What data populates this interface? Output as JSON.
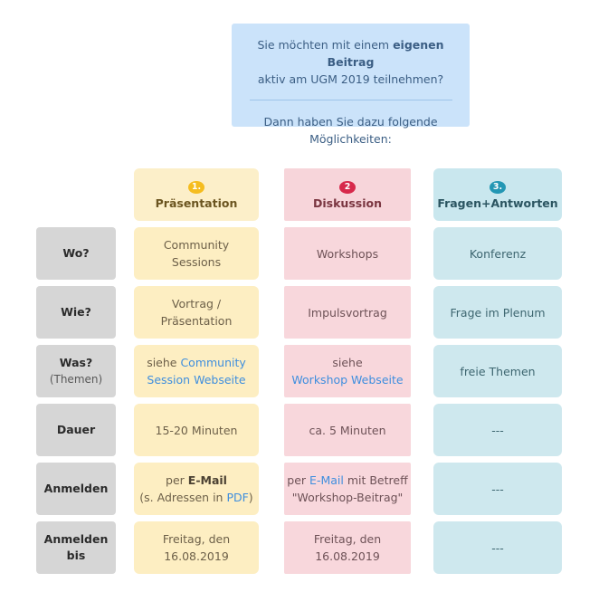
{
  "banner": {
    "line1_pre": "Sie möchten mit einem ",
    "line1_bold": "eigenen Beitrag",
    "line2": "aktiv am UGM 2019 teilnehmen?",
    "line3": "Dann haben Sie dazu folgende",
    "line4": "Möglichkeiten:"
  },
  "colors": {
    "banner_bg": "#cbe3fa",
    "badge_1": "#f5bd1f",
    "badge_2": "#d7294b",
    "badge_3": "#2397b4",
    "col_1_bg": "#fdeec2",
    "col_2_bg": "#f8d7dc",
    "col_3_bg": "#cee8ee",
    "label_bg": "#d6d6d6",
    "link": "#3e8ede"
  },
  "headers": [
    {
      "badge": "1.",
      "title": "Präsentation"
    },
    {
      "badge": "2",
      "title": "Diskussion"
    },
    {
      "badge": "3.",
      "title": "Fragen+Antworten"
    }
  ],
  "rows": [
    {
      "label": "Wo?",
      "label_sub": "",
      "c1": {
        "l1": "Community",
        "l2": "Sessions"
      },
      "c2": {
        "l1": "Workshops",
        "l2": ""
      },
      "c3": {
        "l1": "Konferenz",
        "l2": ""
      }
    },
    {
      "label": "Wie?",
      "label_sub": "",
      "c1": {
        "l1": "Vortrag /",
        "l2": "Präsentation"
      },
      "c2": {
        "l1": "Impulsvortrag",
        "l2": ""
      },
      "c3": {
        "l1": "Frage im Plenum",
        "l2": ""
      }
    },
    {
      "label": "Was?",
      "label_sub": "(Themen)",
      "c1": {
        "l1_pre": "siehe ",
        "l1_link": "Community",
        "l2_link": "Session Webseite"
      },
      "c2": {
        "l1": "siehe",
        "l2_link": "Workshop Webseite"
      },
      "c3": {
        "l1": "freie Themen",
        "l2": ""
      }
    },
    {
      "label": "Dauer",
      "label_sub": "",
      "c1": {
        "l1": "15-20 Minuten",
        "l2": ""
      },
      "c2": {
        "l1": "ca. 5 Minuten",
        "l2": ""
      },
      "c3": {
        "l1": "---",
        "l2": ""
      }
    },
    {
      "label": "Anmelden",
      "label_sub": "",
      "c1": {
        "l1_pre": "per ",
        "l1_bold": "E-Mail",
        "l2_pre": "(s. Adressen in ",
        "l2_link": "PDF",
        "l2_post": ")"
      },
      "c2": {
        "l1_pre": "per ",
        "l1_link": "E-Mail",
        "l1_post": " mit Betreff",
        "l2": "\"Workshop-Beitrag\""
      },
      "c3": {
        "l1": "---",
        "l2": ""
      }
    },
    {
      "label": "Anmelden",
      "label_sub": "bis",
      "c1": {
        "l1": "Freitag, den",
        "l2": "16.08.2019"
      },
      "c2": {
        "l1": "Freitag, den",
        "l2": "16.08.2019"
      },
      "c3": {
        "l1": "---",
        "l2": ""
      }
    }
  ]
}
